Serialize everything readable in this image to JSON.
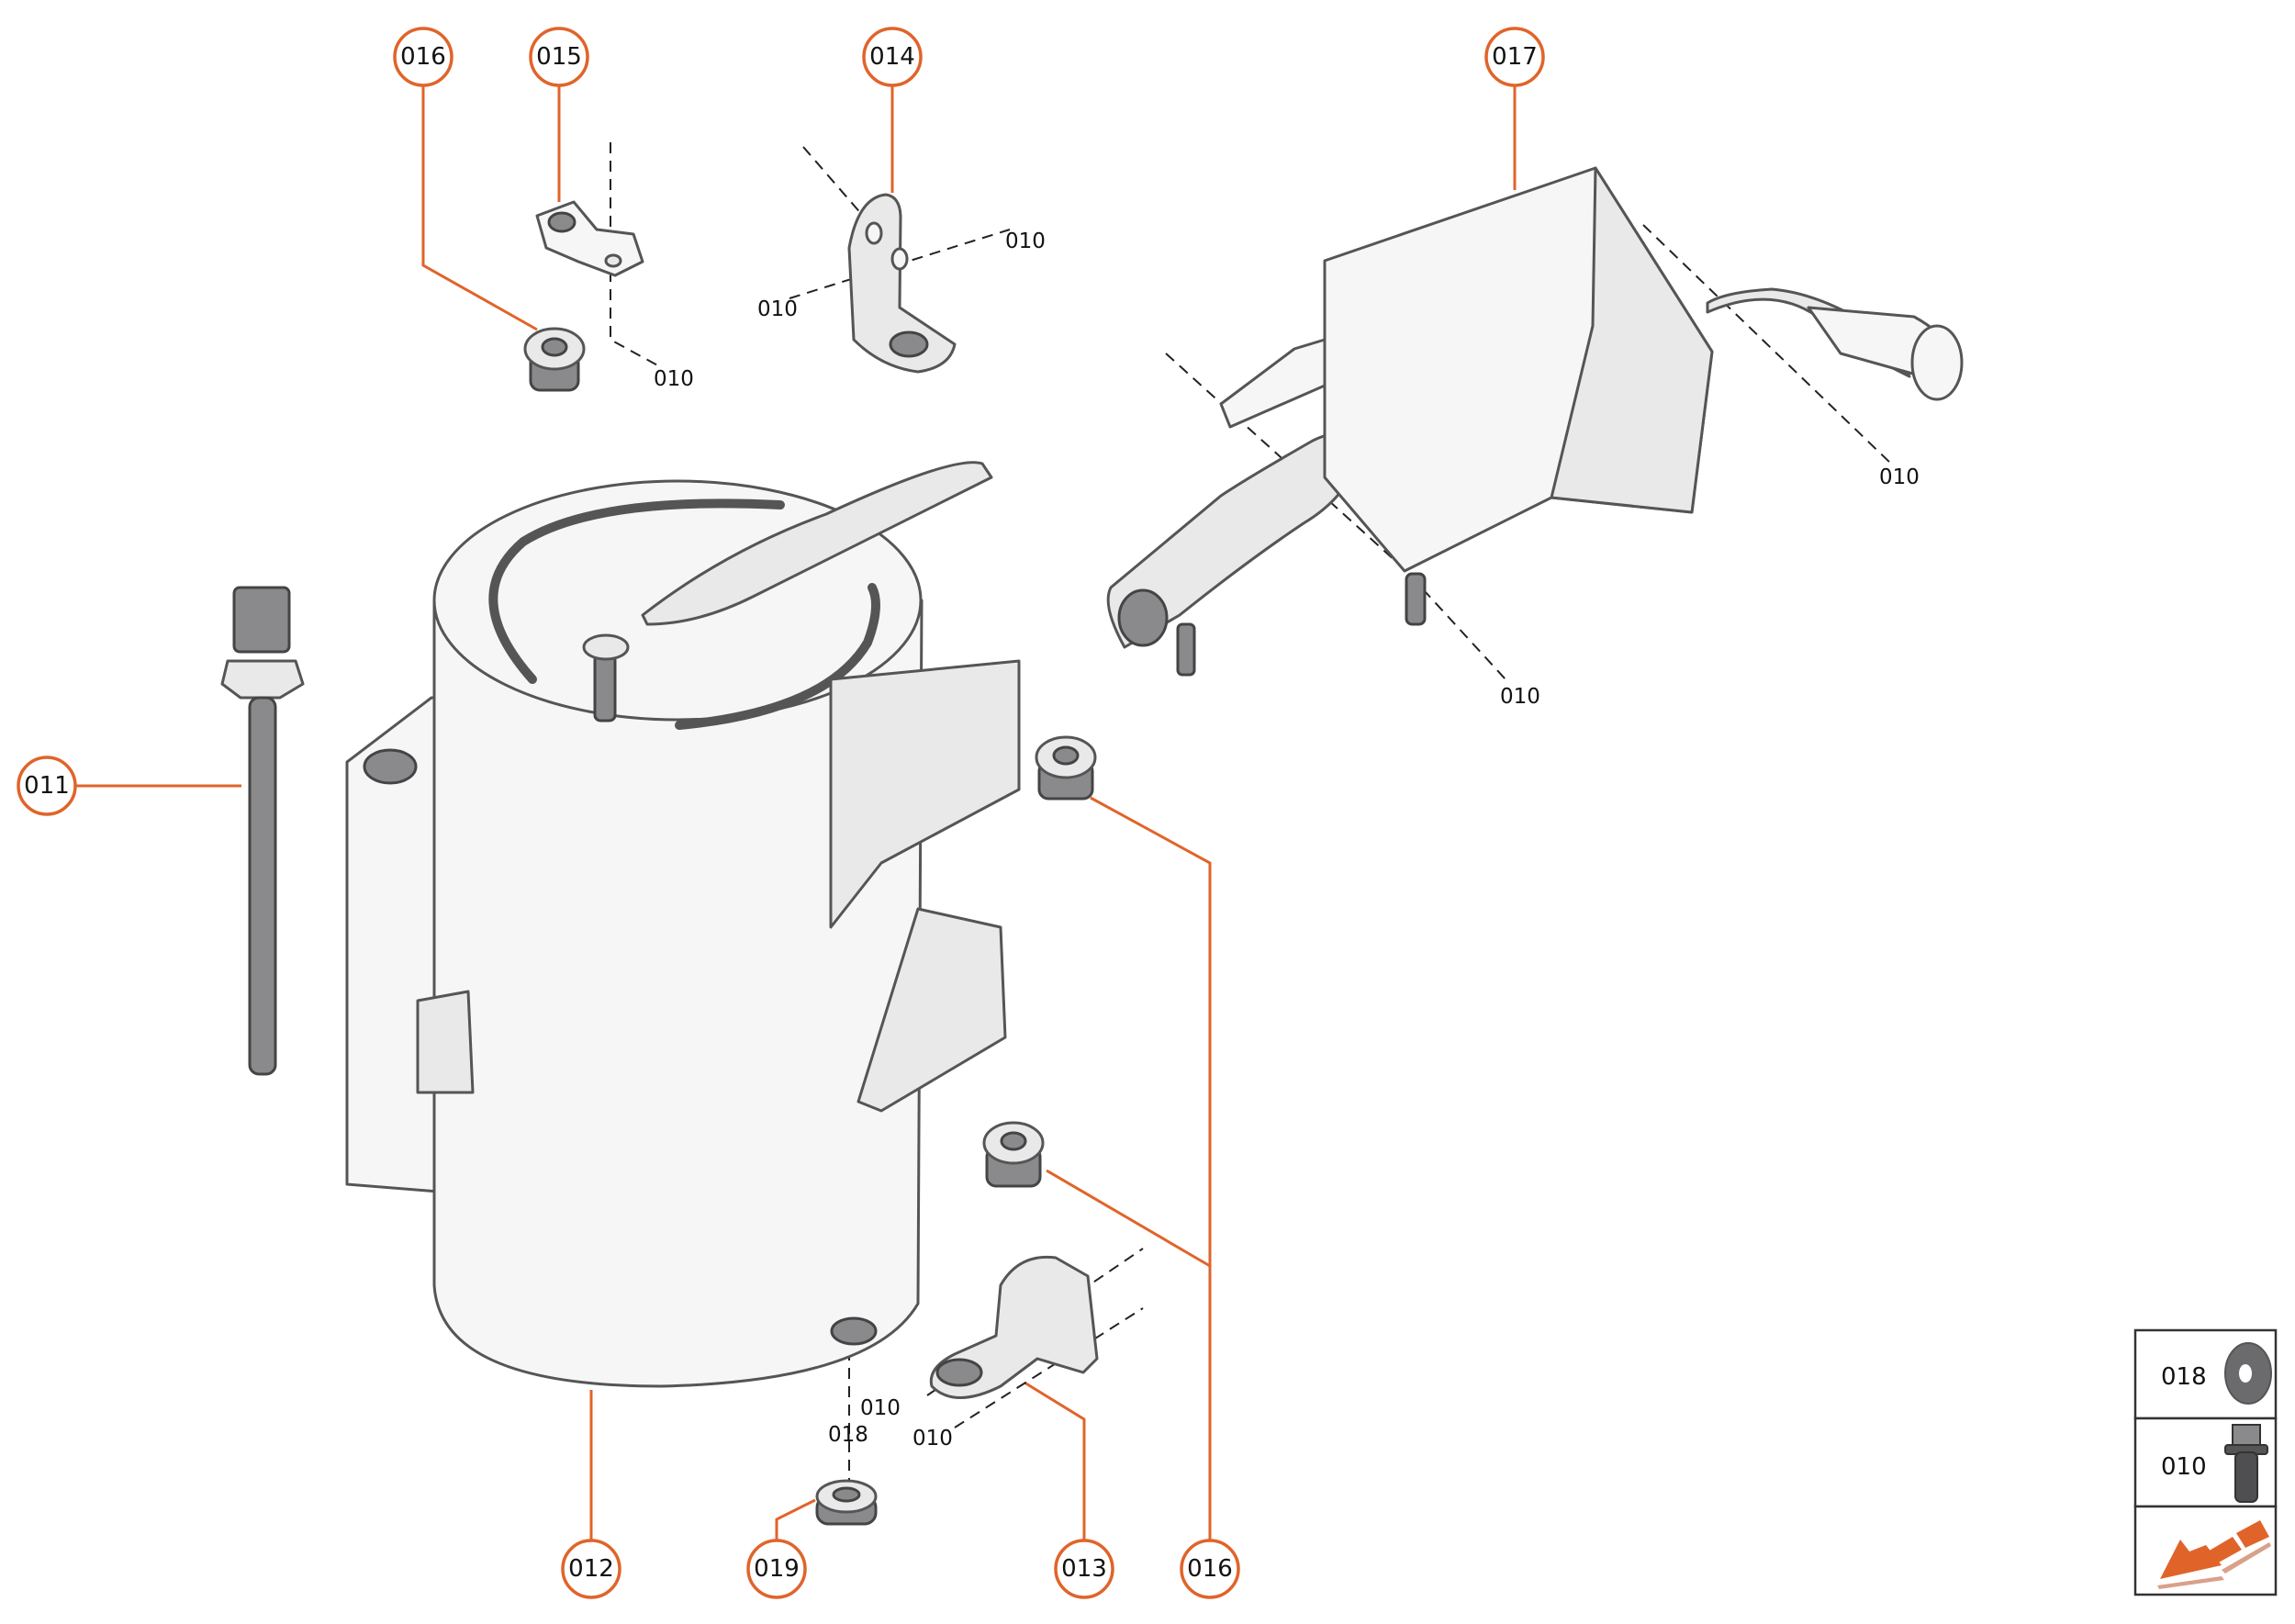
{
  "callouts": {
    "c016_top": "016",
    "c015": "015",
    "c014": "014",
    "c017": "017",
    "c011": "011",
    "c012": "012",
    "c019": "019",
    "c013": "013",
    "c016_bottom": "016"
  },
  "refs": {
    "r1": "010",
    "r2": "010",
    "r3": "010",
    "r4": "010",
    "r5": "010",
    "r6": "010",
    "r7": "010",
    "r8": "018"
  },
  "legend": {
    "rows": [
      {
        "label": "018",
        "icon": "washer-icon"
      },
      {
        "label": "010",
        "icon": "bolt-icon"
      },
      {
        "label": "",
        "icon": "orientation-arrow-icon"
      }
    ]
  },
  "colors": {
    "accent": "#e0642a",
    "line": "#222222"
  }
}
